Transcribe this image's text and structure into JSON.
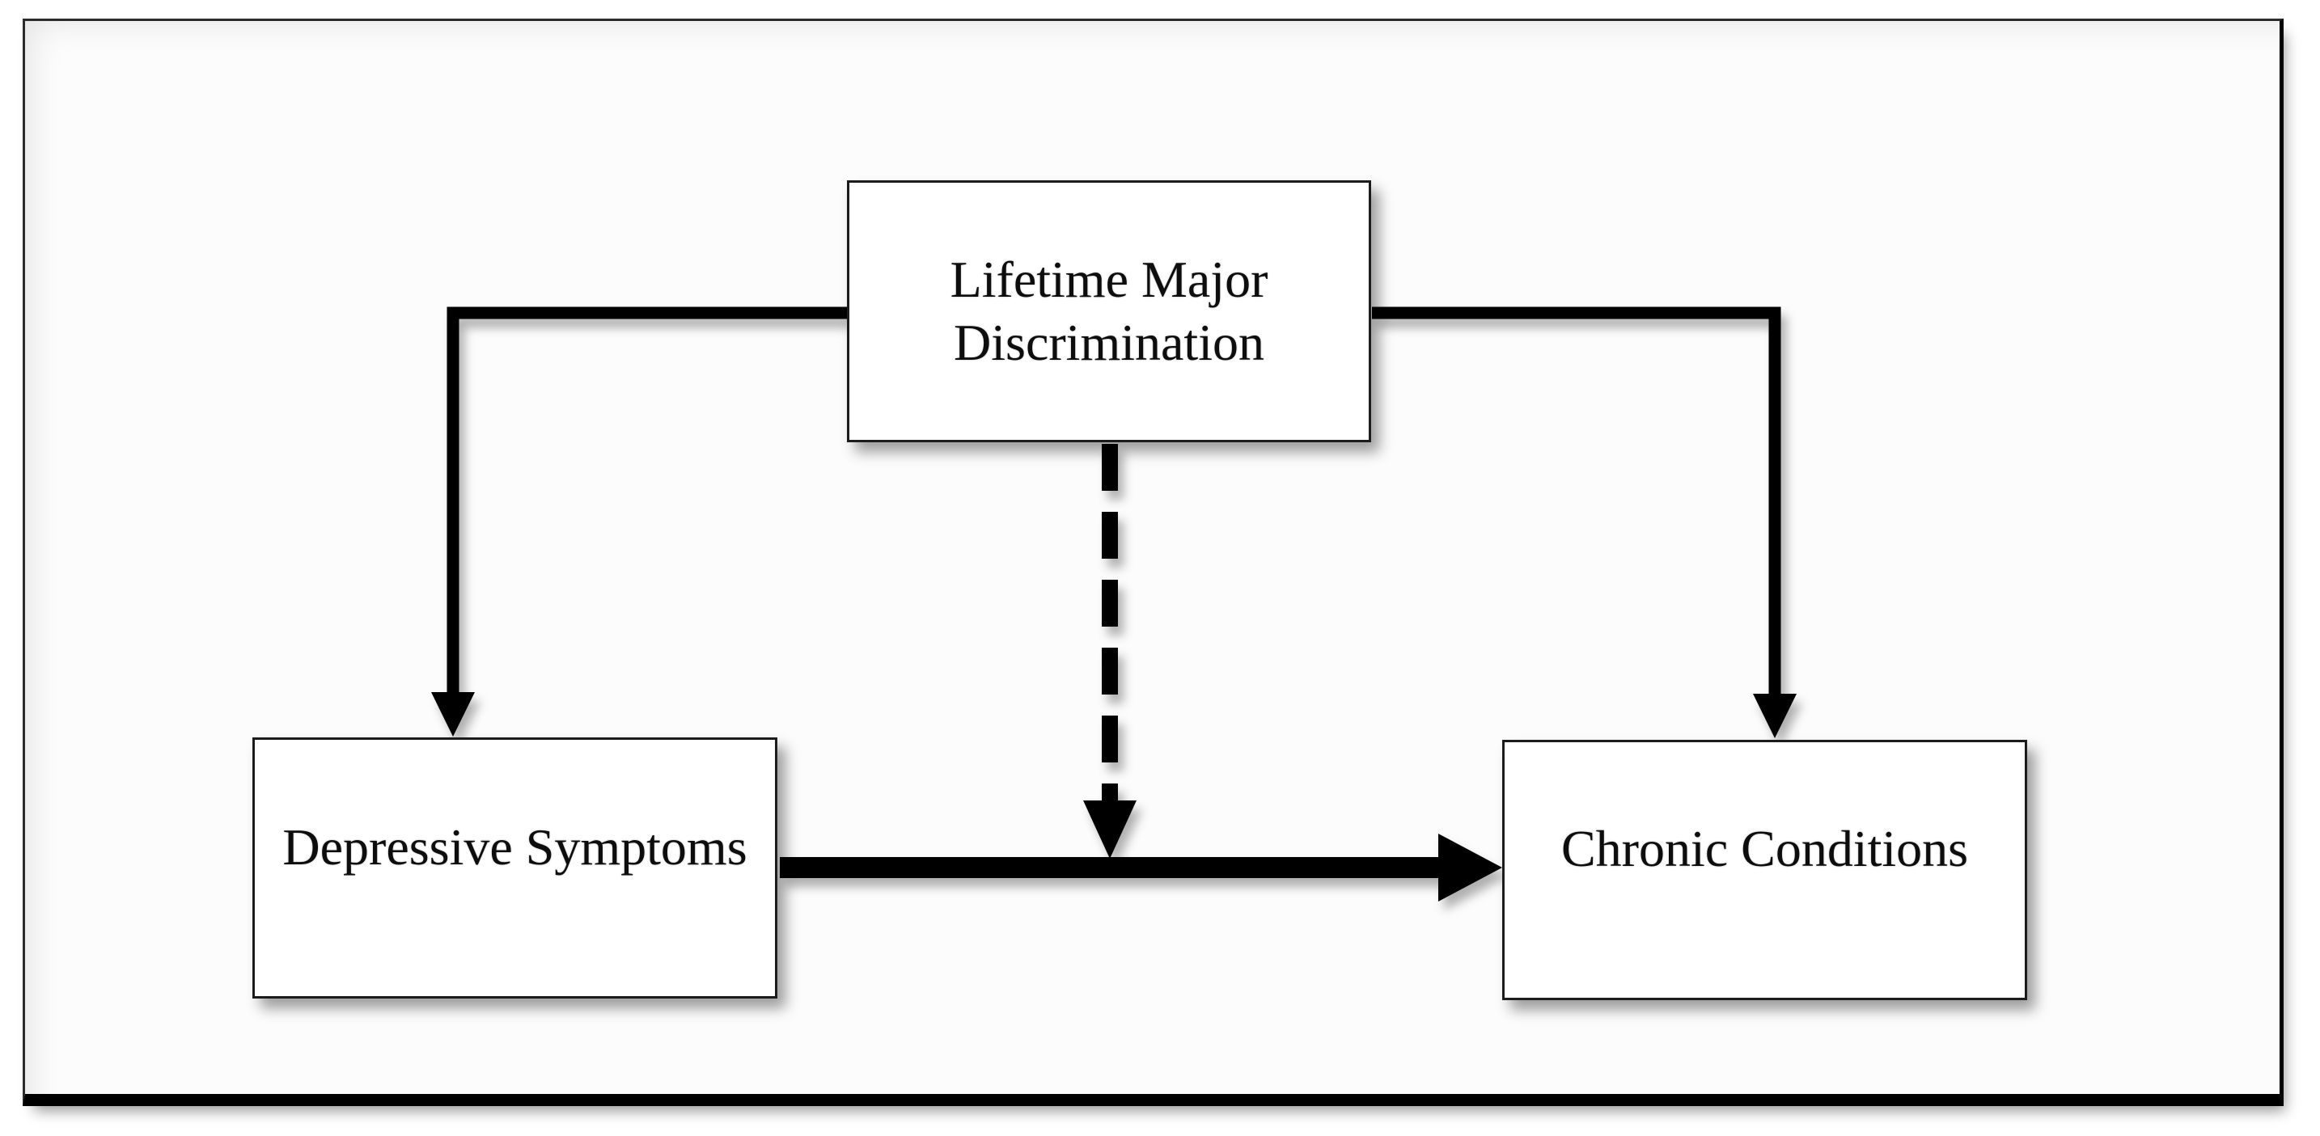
{
  "figure": {
    "type": "path-diagram",
    "background_color": "#fcfcfc",
    "line_color": "#000000",
    "box_border_color": "#1c1c1c",
    "text_color": "#0d0d0d"
  },
  "boxes": {
    "top": {
      "label": "Lifetime Major Discrimination",
      "lines": [
        "Lifetime Major",
        "Discrimination"
      ]
    },
    "left": {
      "label": "Depressive Symptoms"
    },
    "right": {
      "label": "Chronic Conditions"
    }
  },
  "edges": [
    {
      "from": "Lifetime Major Discrimination",
      "to": "Depressive Symptoms",
      "style": "solid",
      "direction": "down"
    },
    {
      "from": "Lifetime Major Discrimination",
      "to": "Chronic Conditions",
      "style": "solid",
      "direction": "down"
    },
    {
      "from": "Lifetime Major Discrimination",
      "to": "Depressive Symptoms to Chronic Conditions path",
      "style": "dashed",
      "direction": "down"
    },
    {
      "from": "Depressive Symptoms",
      "to": "Chronic Conditions",
      "style": "bold-solid",
      "direction": "right"
    }
  ]
}
